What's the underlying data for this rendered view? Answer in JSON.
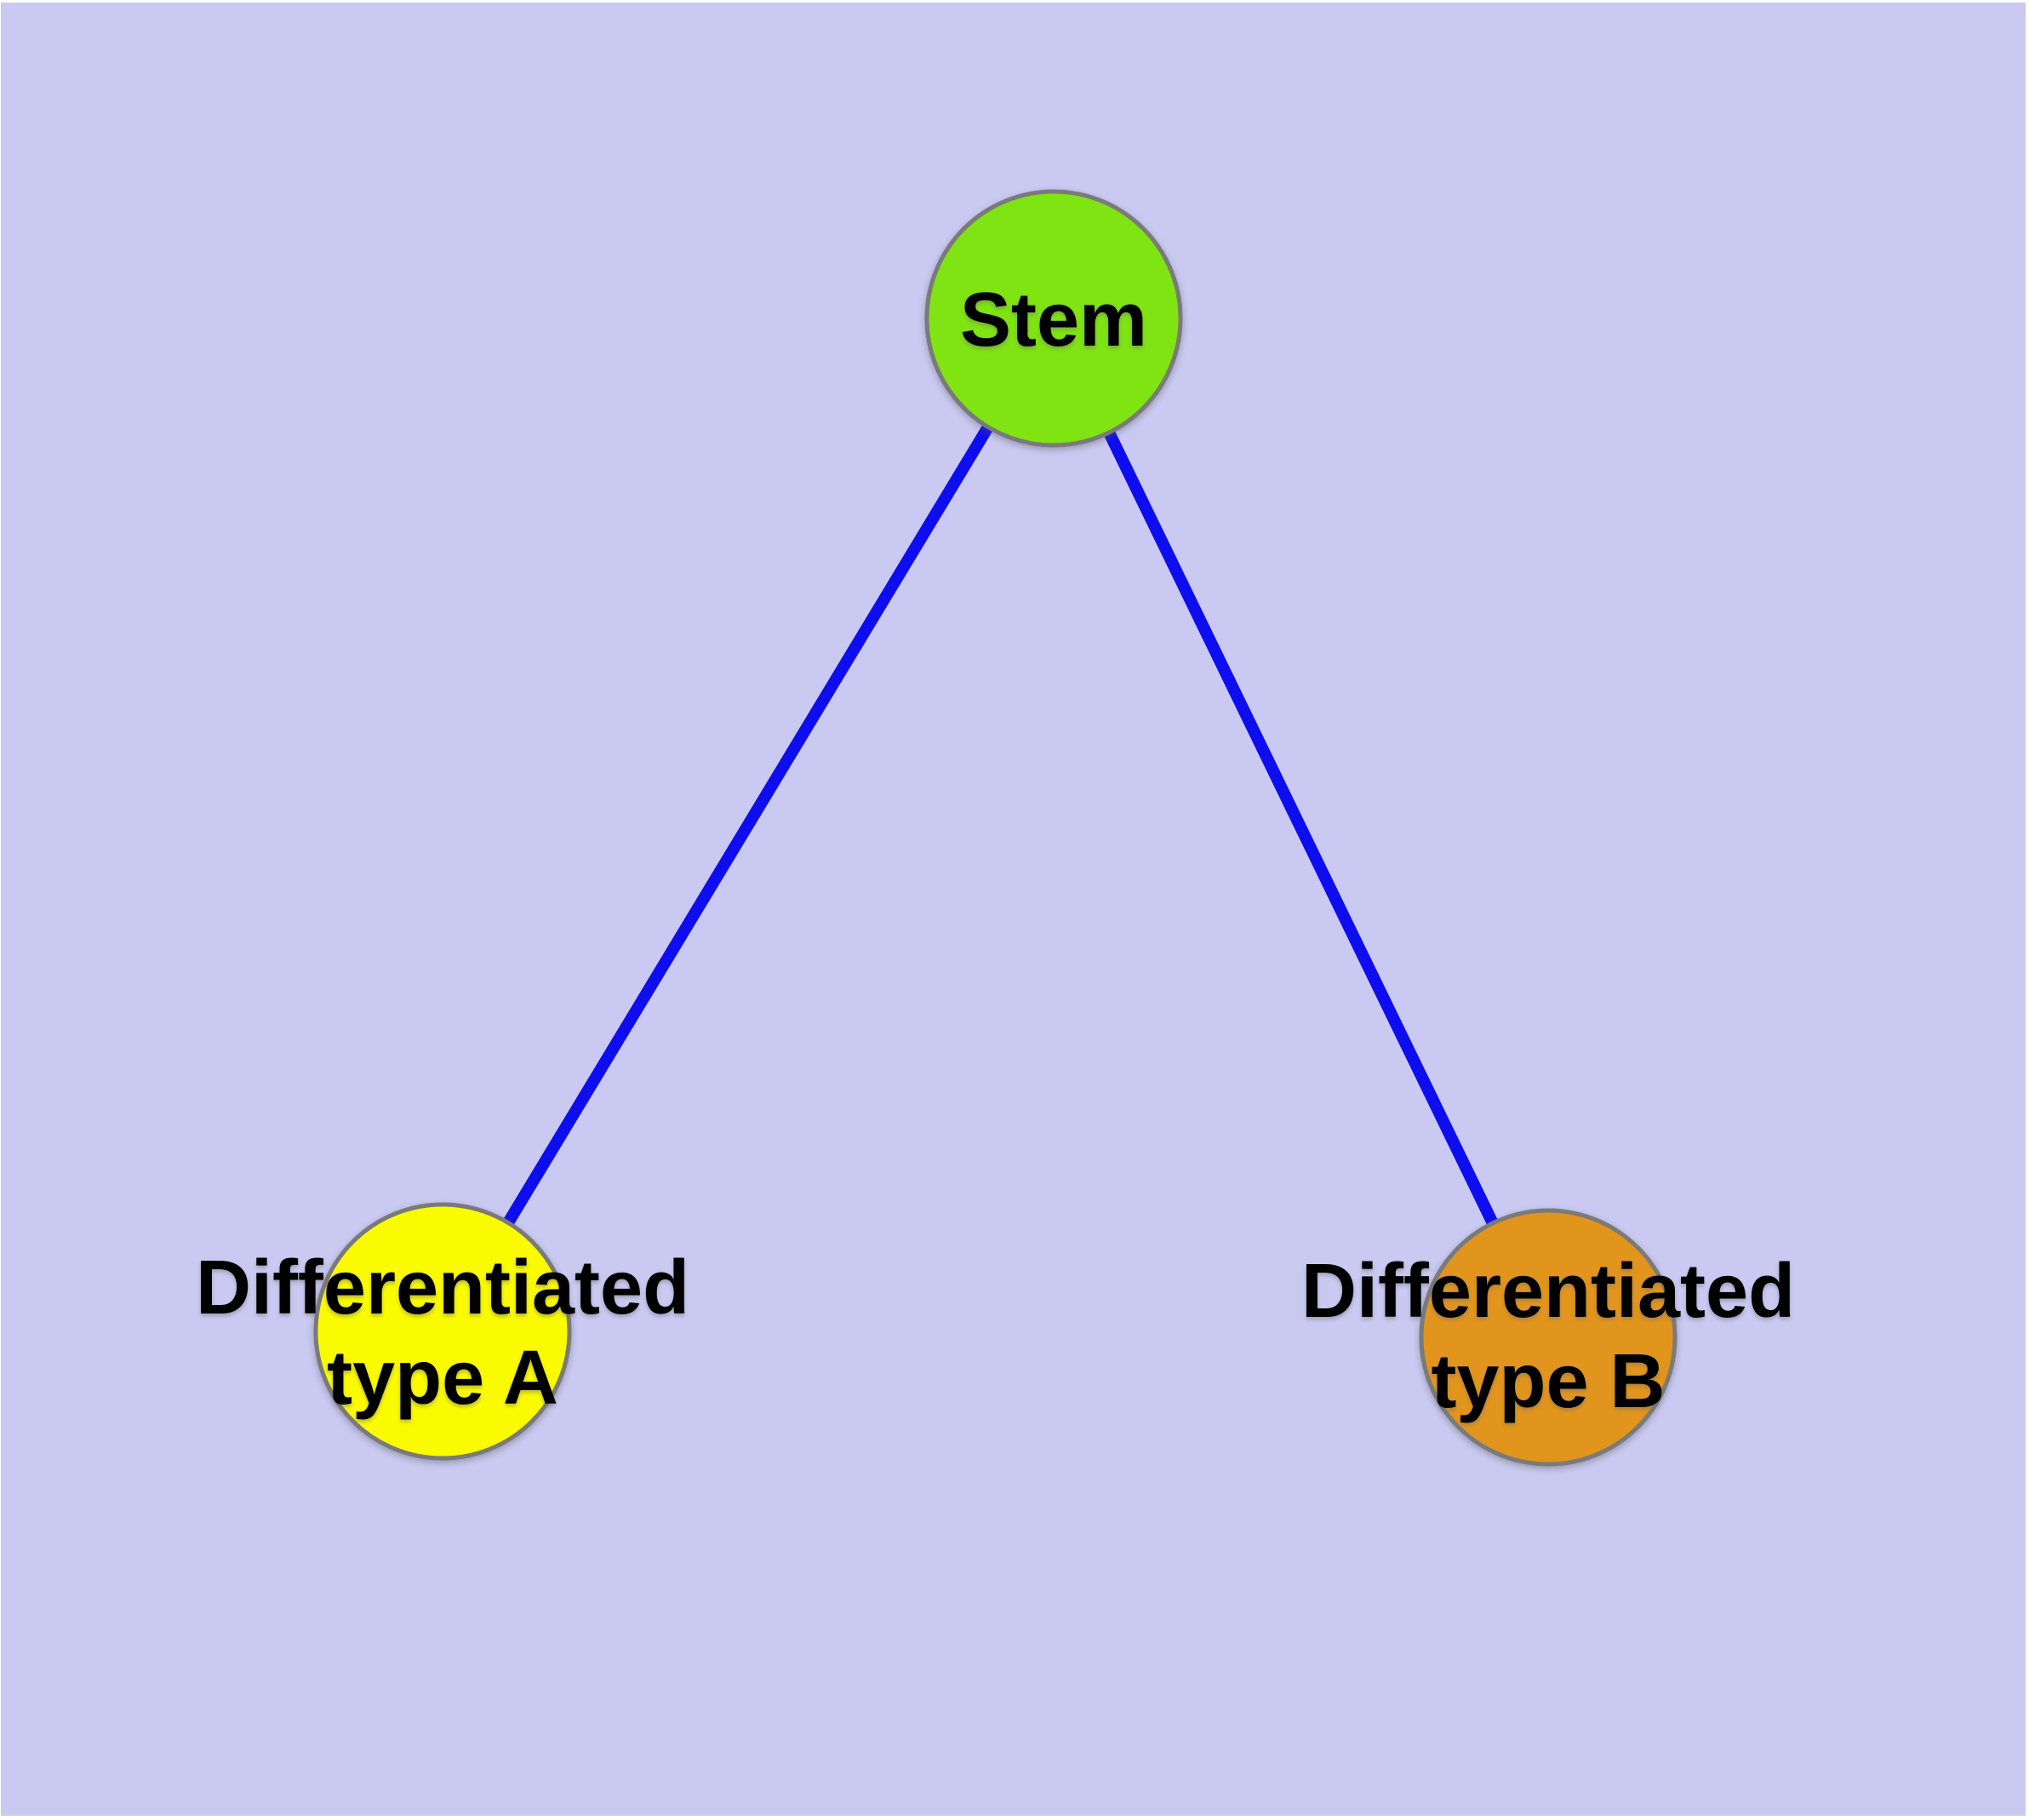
{
  "diagram": {
    "background_color": "#c9c9f2",
    "frame_color": "#ffffff",
    "edge_color": "#0d0df0",
    "node_border_color": "#7a7a7a",
    "nodes": {
      "stem": {
        "label": "Stem",
        "fill": "#7fe412"
      },
      "type_a": {
        "label": "Differentiated\ntype A",
        "fill": "#fbfb00"
      },
      "type_b": {
        "label": "Differentiated\ntype B",
        "fill": "#e2951c"
      }
    },
    "edges": [
      {
        "from": "Stem",
        "to": "Differentiated type A"
      },
      {
        "from": "Stem",
        "to": "Differentiated type B"
      }
    ]
  }
}
